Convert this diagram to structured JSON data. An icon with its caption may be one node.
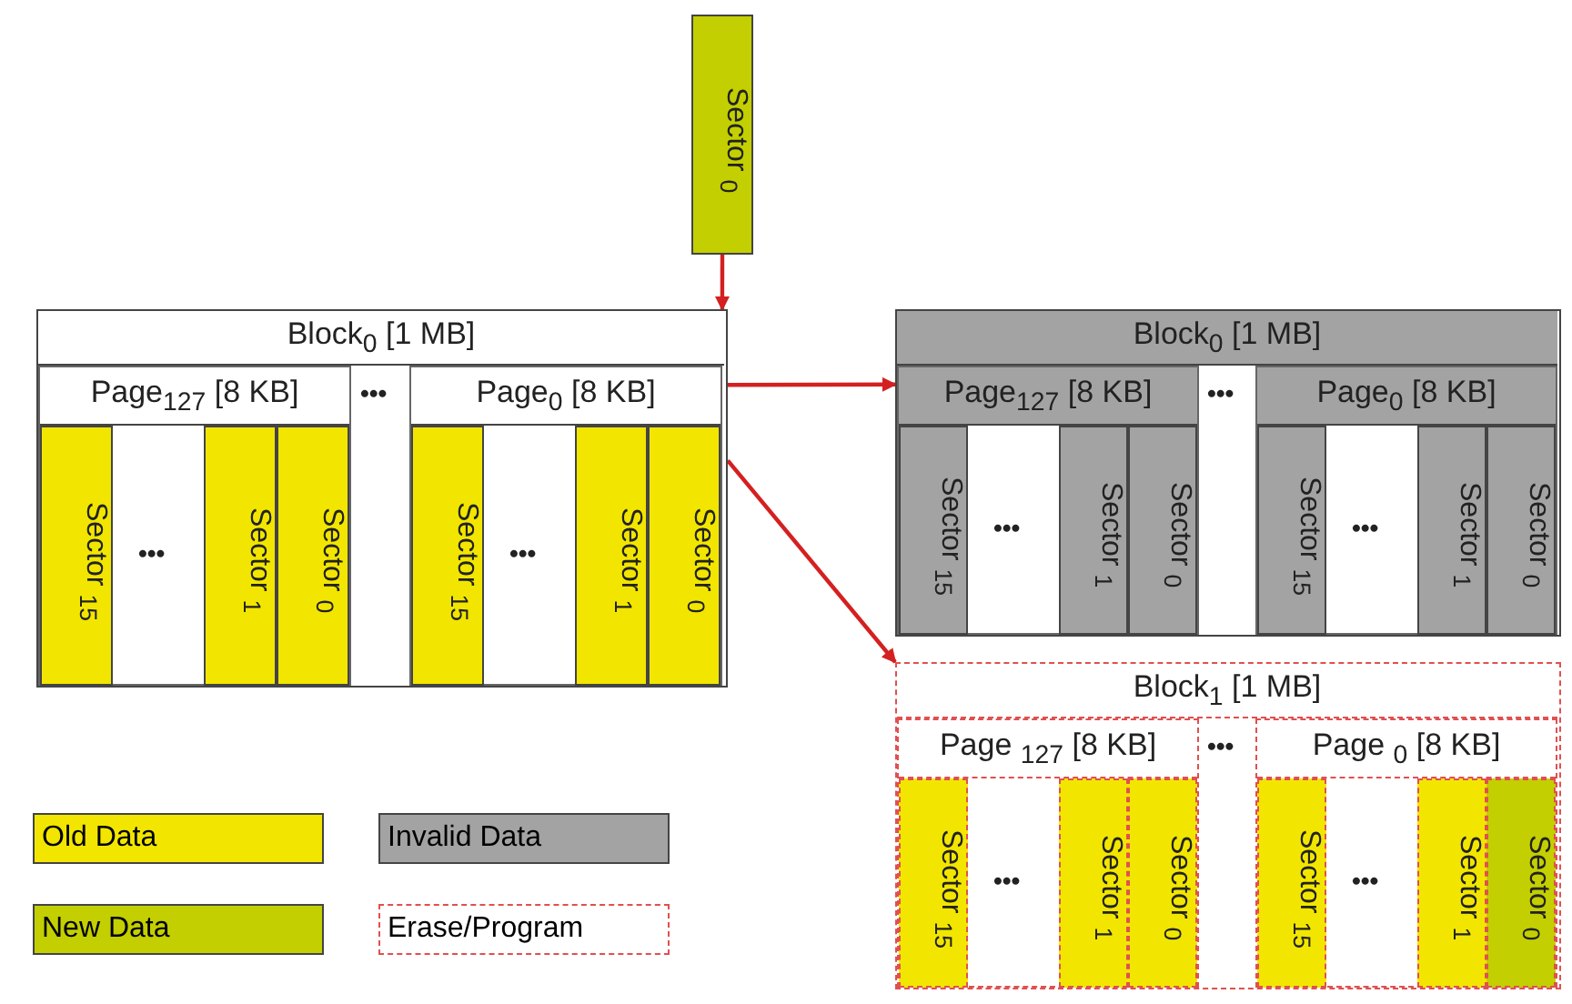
{
  "diagram": {
    "nodes": [
      {
        "text": [
          "Sector $_{0}$"
        ]
      },
      {
        "text": [
          "Block$_{0}$ [1 MB]"
        ]
      },
      {
        "text": [
          "Page$_{127}$ [8 KB]"
        ],
        "in": 1
      },
      {
        "text": [
          "Sector $_{15}$"
        ],
        "in": 2
      },
      {
        "text": [
          "Sector $_{1}$"
        ],
        "in": 2
      },
      {
        "text": [
          "Sector $_{0}$"
        ],
        "in": 2
      },
      {
        "text": [
          "Page$_{0}$ [8 KB]"
        ],
        "in": 1
      },
      {
        "text": [
          "Sector $_{15}$"
        ],
        "in": 6
      },
      {
        "text": [
          "Sector $_{1}$"
        ],
        "in": 6
      },
      {
        "text": [
          "Sector $_{0}$"
        ],
        "in": 6
      },
      {
        "text": [
          "Block$_{0}$ [1 MB]"
        ]
      },
      {
        "text": [
          "Page$_{127}$ [8 KB]"
        ],
        "in": 10
      },
      {
        "text": [
          "Sector $_{15}$"
        ],
        "in": 11
      },
      {
        "text": [
          "Sector $_{1}$"
        ],
        "in": 11
      },
      {
        "text": [
          "Sector $_{0}$"
        ],
        "in": 11
      },
      {
        "text": [
          "Page$_{0}$ [8 KB]"
        ],
        "in": 10
      },
      {
        "text": [
          "Sector $_{15}$"
        ],
        "in": 15
      },
      {
        "text": [
          "Sector $_{1}$"
        ],
        "in": 15
      },
      {
        "text": [
          "Sector $_{0}$"
        ],
        "in": 15
      },
      {
        "text": [
          "Block$_{1}$ [1 MB]"
        ]
      },
      {
        "text": [
          "Page $_{127}$ [8 KB]"
        ],
        "in": 19
      },
      {
        "text": [
          "Sector $_{15}$"
        ],
        "in": 20
      },
      {
        "text": [
          "Sector $_{1}$"
        ],
        "in": 20
      },
      {
        "text": [
          "Sector $_{0}$"
        ],
        "in": 20
      },
      {
        "text": [
          "Page $_{0}$ [8 KB]"
        ],
        "in": 19
      },
      {
        "text": [
          "Sector $_{15}$"
        ],
        "in": 24
      },
      {
        "text": [
          "Sector $_{1}$"
        ],
        "in": 24
      },
      {
        "text": [
          "Sector $_{0}$"
        ],
        "in": 24
      }
    ],
    "edges": [
      {
        "from": 0,
        "to": 1,
        "arrow": "to"
      },
      {
        "from": 1,
        "to": 10,
        "arrow": "to"
      },
      {
        "from": 1,
        "to": 19,
        "arrow": "to"
      }
    ],
    "labels": [
      "•••",
      "•••",
      "•••",
      "•••",
      "•••",
      "•••",
      "•••",
      "•••",
      "•••"
    ],
    "legend": [
      {
        "text": "Old Data",
        "color": "#f2e600"
      },
      {
        "text": "Invalid Data",
        "color": "#a3a3a3"
      },
      {
        "text": "New Data",
        "color": "#c3cf00"
      },
      {
        "text": "Erase/Program"
      }
    ]
  }
}
